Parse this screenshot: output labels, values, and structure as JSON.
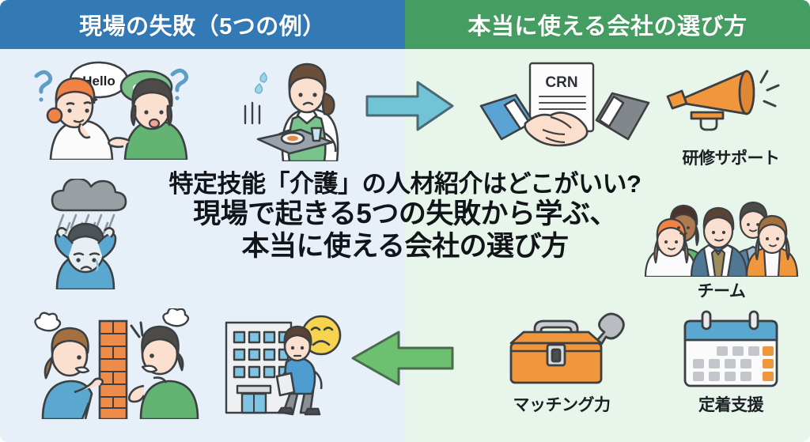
{
  "header": {
    "left_title": "現場の失敗（5つの例）",
    "right_title": "本当に使える会社の選び方",
    "left_bg": "#3279b5",
    "right_bg": "#459e61",
    "text_color": "#ffffff"
  },
  "background": {
    "left_panel": "#e7eff8",
    "right_panel": "#e8f5ea"
  },
  "headline": {
    "line1": "特定技能「介護」の人材紹介はどこがいい?",
    "line2": "現場で起きる5つの失敗から学ぶ、",
    "line3": "本当に使える会社の選び方",
    "color": "#111418"
  },
  "left_illustrations": [
    {
      "name": "communication-gap",
      "bubble_text": "Hello",
      "bubble_dots": "・・・",
      "question_marks": [
        "?",
        "?"
      ],
      "description": "二人の会話 吹き出し"
    },
    {
      "name": "overworked-caregiver",
      "description": "介護職員 トレイ 汗"
    },
    {
      "name": "stressed-worker",
      "description": "雨雲 頭を抱える人"
    },
    {
      "name": "conflict-wall",
      "description": "壁ごしに言い争う二人"
    },
    {
      "name": "early-turnover",
      "description": "会社を去る人 悲しい顔"
    }
  ],
  "arrows": [
    {
      "name": "arrow-right",
      "direction": "right",
      "color": "#6fc3d4"
    },
    {
      "name": "arrow-left",
      "direction": "left",
      "color": "#6cc070"
    }
  ],
  "right_illustrations": [
    {
      "name": "handshake-contract",
      "document_label": "CRN",
      "caption": ""
    },
    {
      "name": "training-support",
      "caption": "研修サポート",
      "accent": "#f0963c"
    },
    {
      "name": "team",
      "caption": "チーム",
      "accent": "#5b7f9e"
    },
    {
      "name": "matching-power",
      "caption": "マッチング力",
      "accent": "#f0963c"
    },
    {
      "name": "retention-support",
      "caption": "定着支援",
      "accent": "#5aa7d0"
    }
  ]
}
